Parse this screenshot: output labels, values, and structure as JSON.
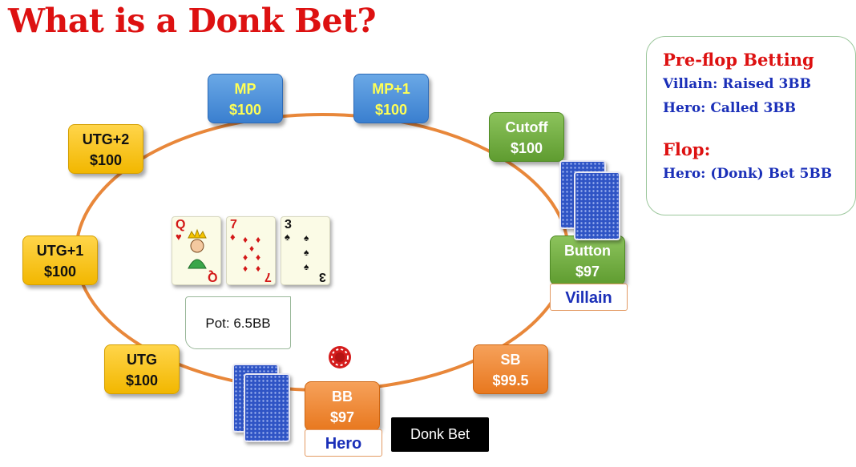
{
  "title": "What is a Donk Bet?",
  "colors": {
    "title": "#dd1111",
    "table_rim": "#e8873a",
    "hero_villain": "#1a2fb8"
  },
  "seats": {
    "mp": {
      "position": "MP",
      "stack": "$100"
    },
    "mp1": {
      "position": "MP+1",
      "stack": "$100"
    },
    "cutoff": {
      "position": "Cutoff",
      "stack": "$100"
    },
    "utg2": {
      "position": "UTG+2",
      "stack": "$100"
    },
    "utg1": {
      "position": "UTG+1",
      "stack": "$100"
    },
    "utg": {
      "position": "UTG",
      "stack": "$100"
    },
    "button": {
      "position": "Button",
      "stack": "$97"
    },
    "sb": {
      "position": "SB",
      "stack": "$99.5"
    },
    "bb": {
      "position": "BB",
      "stack": "$97"
    }
  },
  "labels": {
    "villain": "Villain",
    "hero": "Hero"
  },
  "board": [
    {
      "rank": "Q",
      "suit": "♥"
    },
    {
      "rank": "7",
      "suit": "♦"
    },
    {
      "rank": "3",
      "suit": "♠"
    }
  ],
  "pot": "Pot:  6.5BB",
  "donk_label": "Donk Bet",
  "info": {
    "preflop_heading": "Pre-flop Betting",
    "preflop_villain": "Villain:  Raised 3BB",
    "preflop_hero": "Hero:  Called 3BB",
    "flop_heading": "Flop:",
    "flop_hero": "Hero:  (Donk) Bet 5BB"
  }
}
